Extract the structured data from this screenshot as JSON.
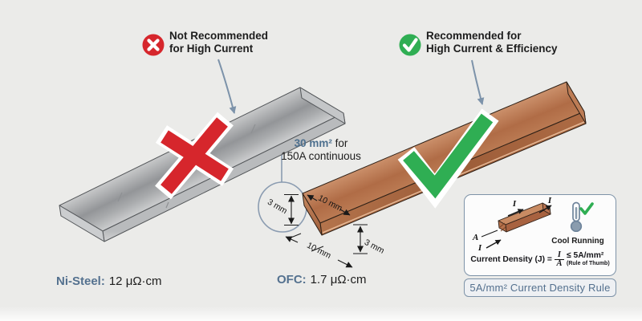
{
  "left_panel": {
    "callout": {
      "icon": "red-x-circle",
      "line1": "Not Recommended",
      "line2": "for High Current"
    },
    "material_label": "Ni-Steel:",
    "material_value": "12 μΩ·cm"
  },
  "right_panel": {
    "callout": {
      "icon": "green-check-circle",
      "line1": "Recommended for",
      "line2": "High Current & Efficiency"
    },
    "area_callout": {
      "highlight": "30 mm²",
      "suffix": " for",
      "line2": "150A continuous"
    },
    "dimensions": {
      "left_thickness": "3 mm",
      "top_width": "10 mm",
      "bottom_width": "10 mm",
      "right_thickness": "3 mm"
    },
    "material_label": "OFC:",
    "material_value": "1.7 μΩ·cm"
  },
  "rule_box": {
    "diagram": {
      "current_top": "I",
      "current_out": "I",
      "current_in": "I",
      "area": "A"
    },
    "cool_running": "Cool Running",
    "formula": {
      "prefix": "Current Density (J) =",
      "numerator": "I",
      "denominator": "A",
      "comparison": "≤ 5A/mm²",
      "note": "(Rule of Thumb)"
    },
    "footer": "5A/mm² Current Density Rule"
  },
  "colors": {
    "background": "#ebebe9",
    "accent_blue": "#54718f",
    "annotation_blue": "#8b9cb1",
    "error_red": "#d6262c",
    "success_green": "#2fae53",
    "copper": "#b06c46",
    "steel": "#aeb0b2",
    "text_dark": "#1d1d1d"
  }
}
